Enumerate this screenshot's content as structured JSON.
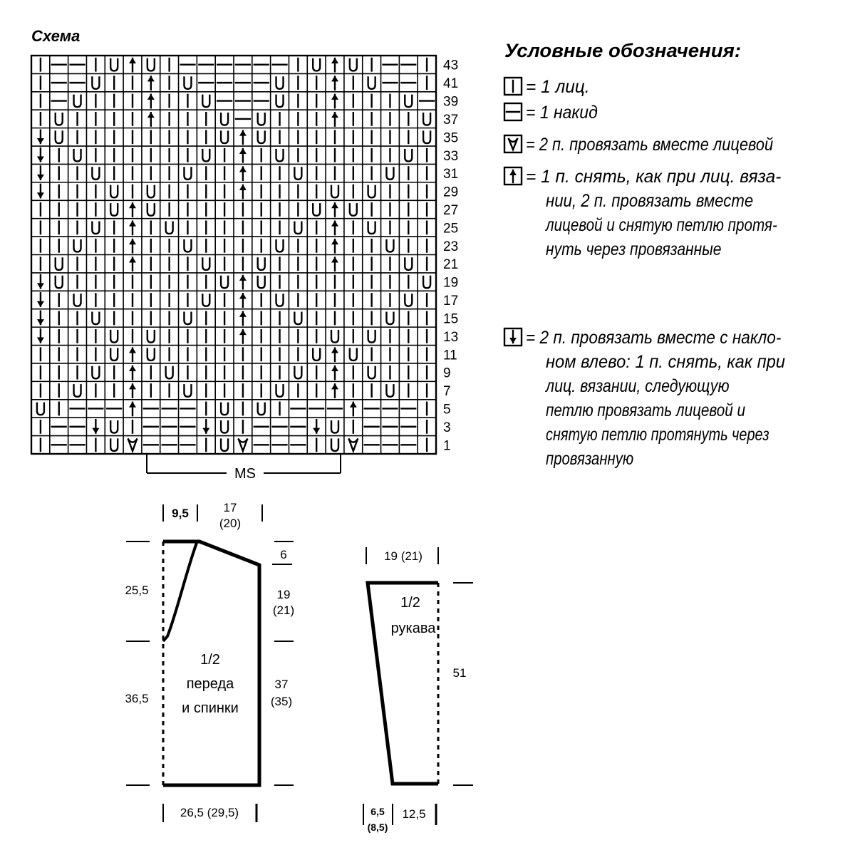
{
  "chart": {
    "title": "Схема",
    "cols": 22,
    "row_labels": [
      "43",
      "41",
      "39",
      "37",
      "35",
      "33",
      "31",
      "29",
      "27",
      "25",
      "23",
      "21",
      "19",
      "17",
      "15",
      "13",
      "11",
      "9",
      "7",
      "5",
      "3",
      "1"
    ],
    "rows": [
      "I--IUAUI------IUAUI--I",
      "I--UIIAIU----UIIAIU--I",
      "I-UIIIAIIU---UIIAIIIU-I",
      "IUIIIIAIIIU-UIIIAIIIIUI",
      "LUIIIIIIIIUAUIIIIIIIIUK",
      "LIUIIIIIIUIAIUIIIIIIUIK",
      "LIIUIIIIUIIAIIUIIIIUIIK",
      "LIIIUIUIIIIAIIIIUIUIIIK",
      "IIIIUAUIIIIIIIIUAUIIIII",
      "IIIUIAIUIIIIIIUIAIUIIII",
      "IIUIIAIIUIIIIUIIAIIUIII",
      "IUIIIAIIIUIIUIIIAIIIUII",
      "LUIIIIIIIIUAUIIIIIIIIUK",
      "LIUIIIIIIUIAIUIIIIIIUIK",
      "LIIUIIIIUIIAIIUIIIIUIIK",
      "LIIIUIUIIIIAIIIIUIUIIIK",
      "IIIIUAUIIIIIIIIUAUIIIII",
      "IIIUIAIUIIIIIIUIAIUIIII",
      "IIUIIAIIUIIIIUIIAIIUIII",
      "IUI---A---IUIUI---A---IUI",
      "II--LUI---LUI---LUI---II",
      "II--IUK---IUK---IUK---II"
    ],
    "repeat_label": "MS"
  },
  "legend": {
    "title": "Условные обозначения:",
    "items": [
      {
        "symbol": "knit",
        "lines": [
          "= 1 лиц."
        ]
      },
      {
        "symbol": "yarn-over",
        "lines": [
          "= 1 накид"
        ]
      },
      {
        "symbol": "k2tog",
        "lines": [
          "= 2 п. провязать вместе лицевой"
        ]
      },
      {
        "symbol": "cdd",
        "lines": [
          "= 1 п. снять, как при лиц. вяза-",
          "нии, 2 п. провязать вместе",
          "лицевой и снятую петлю протя-",
          "нуть через провязанные"
        ]
      },
      {
        "symbol": "ssk",
        "lines": [
          "= 2 п. провязать вместе с накло-",
          "ном влево: 1 п. снять, как при",
          "лиц. вязании, следующую",
          "петлю провязать лицевой и",
          "снятую петлю протянуть через",
          "провязанную"
        ]
      }
    ]
  },
  "body_schematic": {
    "top_left": "9,5",
    "top_right_main": "17",
    "top_right_alt": "(20)",
    "shoulder_drop": "6",
    "armhole_left": "25,5",
    "armhole_right_main": "19",
    "armhole_right_alt": "(21)",
    "side_left": "36,5",
    "side_right_main": "37",
    "side_right_alt": "(35)",
    "bottom_width": "26,5 (29,5)",
    "label_l1": "1/2",
    "label_l2": "переда",
    "label_l3": "и спинки"
  },
  "sleeve_schematic": {
    "top_width": "19 (21)",
    "length": "51",
    "cuff_left_main": "6,5",
    "cuff_left_alt": "(8,5)",
    "cuff_right": "12,5",
    "label_l1": "1/2",
    "label_l2": "рукава"
  }
}
